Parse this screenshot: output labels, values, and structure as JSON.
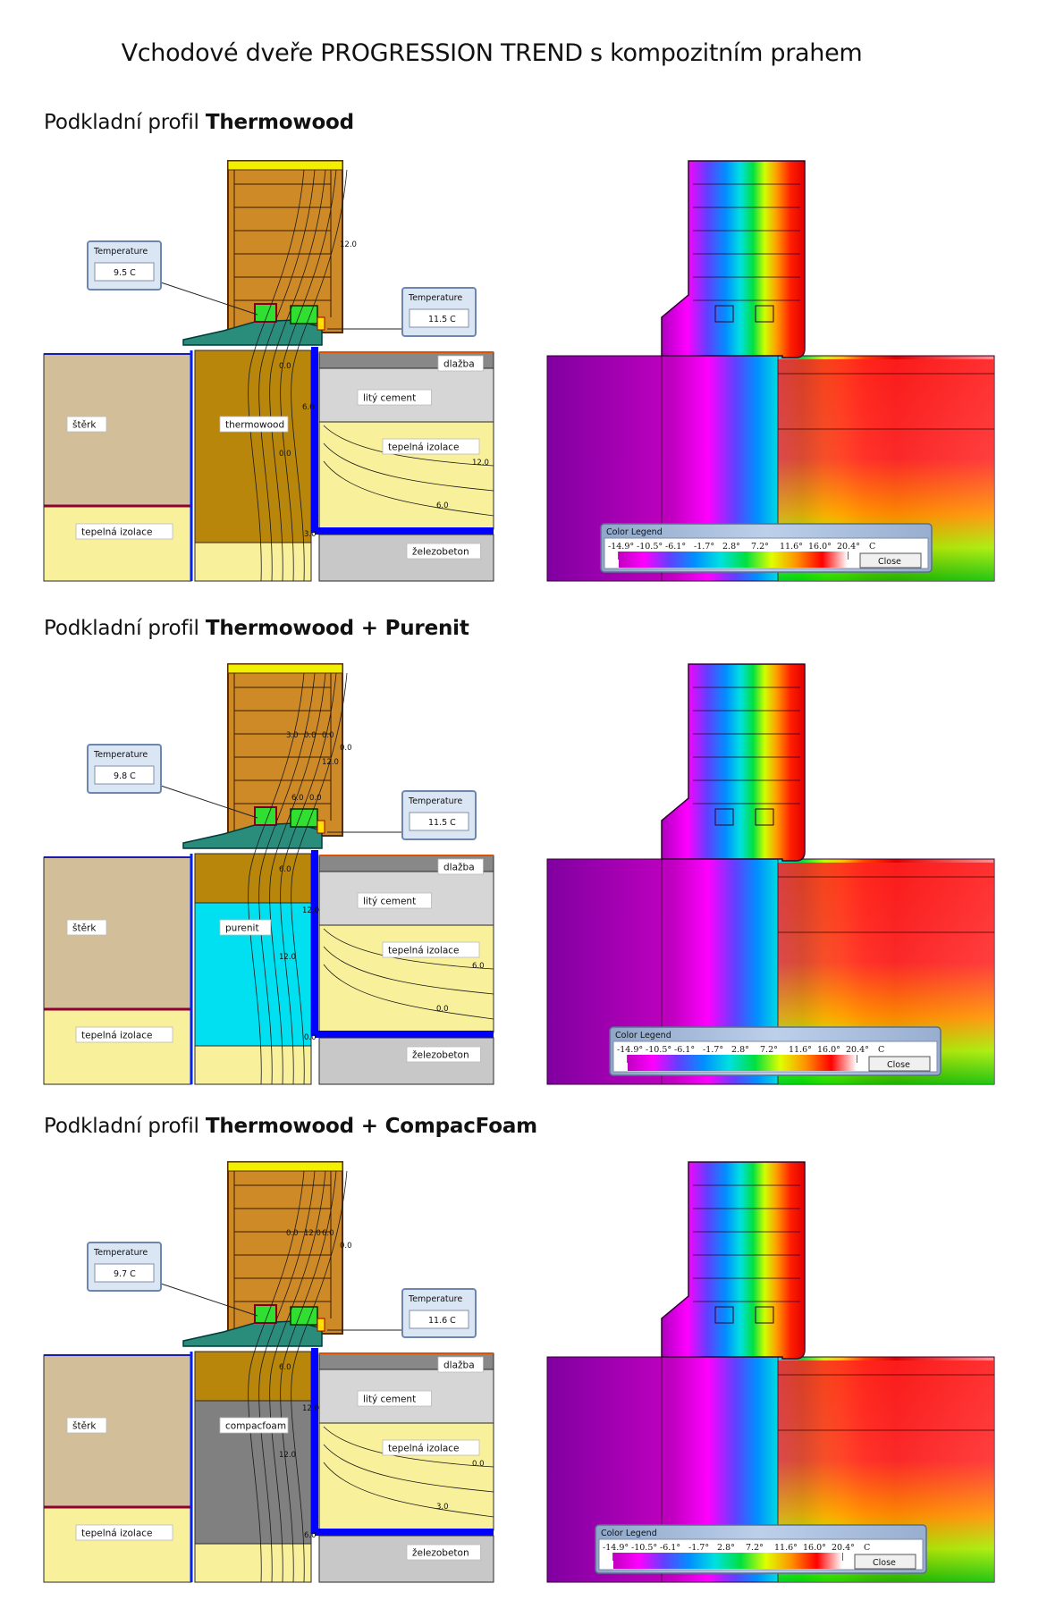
{
  "title": "Vchodové dveře PROGRESSION TREND s kompozitním prahem",
  "legend": {
    "title": "Color Legend",
    "ticks": [
      "-14.9°",
      "-10.5°",
      "-6.1°",
      "-1.7°",
      "2.8°",
      "7.2°",
      "11.6°",
      "16.0°",
      "20.4°"
    ],
    "unit": "C",
    "close_label": "Close",
    "colors": [
      "#c000c0",
      "#ff00ff",
      "#6040ff",
      "#0090ff",
      "#00e0e0",
      "#00e040",
      "#e0ff00",
      "#ff9000",
      "#ff0000",
      "#ffffff"
    ]
  },
  "common_labels": {
    "sterk": "štěrk",
    "tepelna_izolace": "tepelná izolace",
    "dlazba": "dlažba",
    "lity_cement": "litý cement",
    "zelezobeton": "železobeton",
    "temperature": "Temperature"
  },
  "sections": [
    {
      "heading_prefix": "Podkladní profil ",
      "heading_bold": "Thermowood",
      "core_label": "thermowood",
      "core_color": "#b8860b",
      "temp_left": "9.5 C",
      "temp_right": "11.5 C",
      "isolines": [
        "12.0",
        "0.0",
        "6.0",
        "0.0",
        "3.0",
        "12.0",
        "6.0"
      ]
    },
    {
      "heading_prefix": "Podkladní profil ",
      "heading_bold": "Thermowood + Purenit",
      "core_label": "purenit",
      "core_color": "#00e0f0",
      "temp_left": "9.8 C",
      "temp_right": "11.5 C",
      "isolines": [
        "0.0",
        "6.0",
        "12.0",
        "12.0",
        "0.0",
        "6.0",
        "0.0",
        "3.0",
        "0.0",
        "0.0",
        "12.0",
        "6.0",
        "0.0"
      ]
    },
    {
      "heading_prefix": "Podkladní profil ",
      "heading_bold": "Thermowood + CompacFoam",
      "core_label": "compacfoam",
      "core_color": "#808080",
      "temp_left": "9.7 C",
      "temp_right": "11.6 C",
      "isolines": [
        "0.0",
        "6.0",
        "12.0",
        "12.0",
        "6.0",
        "0.0",
        "3.0",
        "0.0",
        "12.0",
        "6.0"
      ]
    }
  ]
}
